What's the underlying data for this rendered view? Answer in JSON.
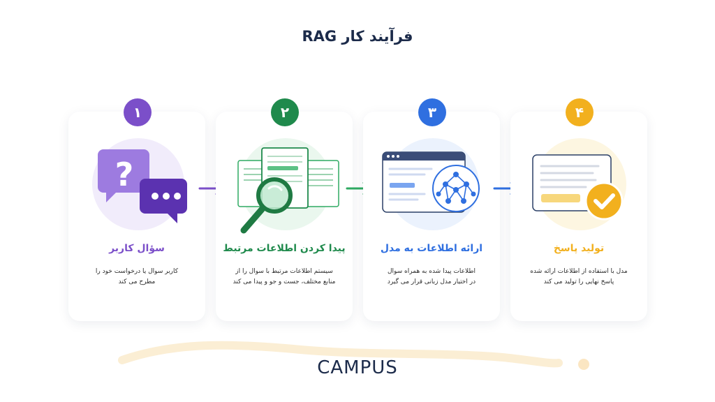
{
  "title": "فرآیند کار RAG",
  "logo_text": "CAMPUS",
  "steps": [
    {
      "number": "۱",
      "color": "#7b4fc9",
      "title": "سؤال کاربر",
      "desc_line1": "کاربر سوال یا درخواست خود را",
      "desc_line2": "مطرح می کند"
    },
    {
      "number": "۲",
      "color": "#1f8a4c",
      "title": "پیدا کردن اطلاعات مرتبط",
      "desc_line1": "سیستم اطلاعات مرتبط با سوال را از",
      "desc_line2": "منابع مختلف، جست و جو و پیدا می کند"
    },
    {
      "number": "۳",
      "color": "#2f6fe0",
      "title": "ارائه اطلاعات به مدل",
      "desc_line1": "اطلاعات پیدا شده به همراه سوال",
      "desc_line2": "در اختیار مدل زبانی قرار می گیرد"
    },
    {
      "number": "۴",
      "color": "#f2b01e",
      "title": "تولید پاسخ",
      "desc_line1": "مدل با استفاده از اطلاعات ارائه شده",
      "desc_line2": "پاسخ نهایی را تولید می کند"
    }
  ],
  "arrows": [
    {
      "color": "#7b4fc9"
    },
    {
      "color": "#2faa62"
    },
    {
      "color": "#2f6fe0"
    }
  ]
}
